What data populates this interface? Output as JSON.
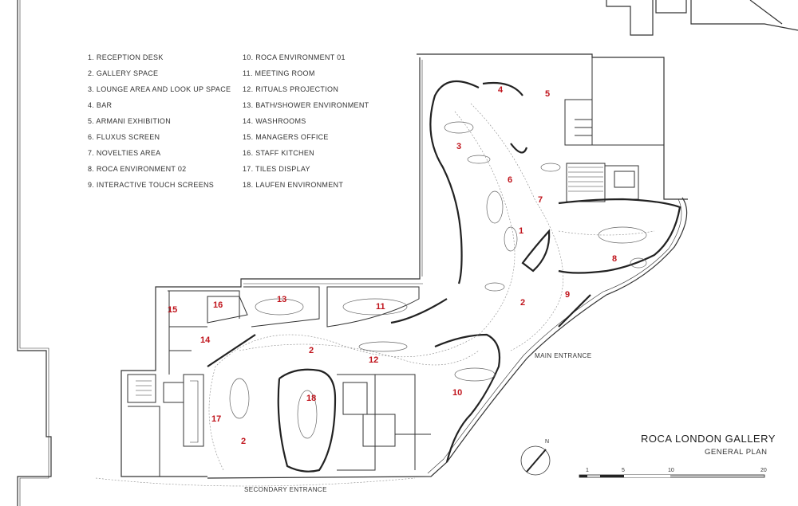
{
  "legend": {
    "col1": [
      "1. RECEPTION DESK",
      "2. GALLERY SPACE",
      "3. LOUNGE AREA AND LOOK UP SPACE",
      "4. BAR",
      "5. ARMANI EXHIBITION",
      "6. FLUXUS SCREEN",
      "7. NOVELTIES AREA",
      "8. ROCA ENVIRONMENT 02",
      "9. INTERACTIVE TOUCH SCREENS"
    ],
    "col2": [
      "10. ROCA ENVIRONMENT 01",
      "11. MEETING ROOM",
      "12. RITUALS PROJECTION",
      "13. BATH/SHOWER ENVIRONMENT",
      "14. WASHROOMS",
      "15. MANAGERS OFFICE",
      "16. STAFF KITCHEN",
      "17. TILES DISPLAY",
      "18. LAUFEN ENVIRONMENT"
    ]
  },
  "room_numbers": [
    "1",
    "2",
    "2",
    "2",
    "3",
    "4",
    "5",
    "6",
    "7",
    "8",
    "9",
    "10",
    "11",
    "12",
    "13",
    "14",
    "15",
    "16",
    "17",
    "18"
  ],
  "labels": {
    "main_entrance": "MAIN ENTRANCE",
    "secondary_entrance": "SECONDARY ENTRANCE"
  },
  "title": "ROCA LONDON GALLERY",
  "subtitle": "GENERAL PLAN",
  "scale": {
    "ticks": [
      "1",
      "5",
      "10",
      "20"
    ]
  },
  "compass": {
    "letter": "N"
  },
  "colors": {
    "numbers": "#c0141c",
    "lines": "#333333"
  }
}
